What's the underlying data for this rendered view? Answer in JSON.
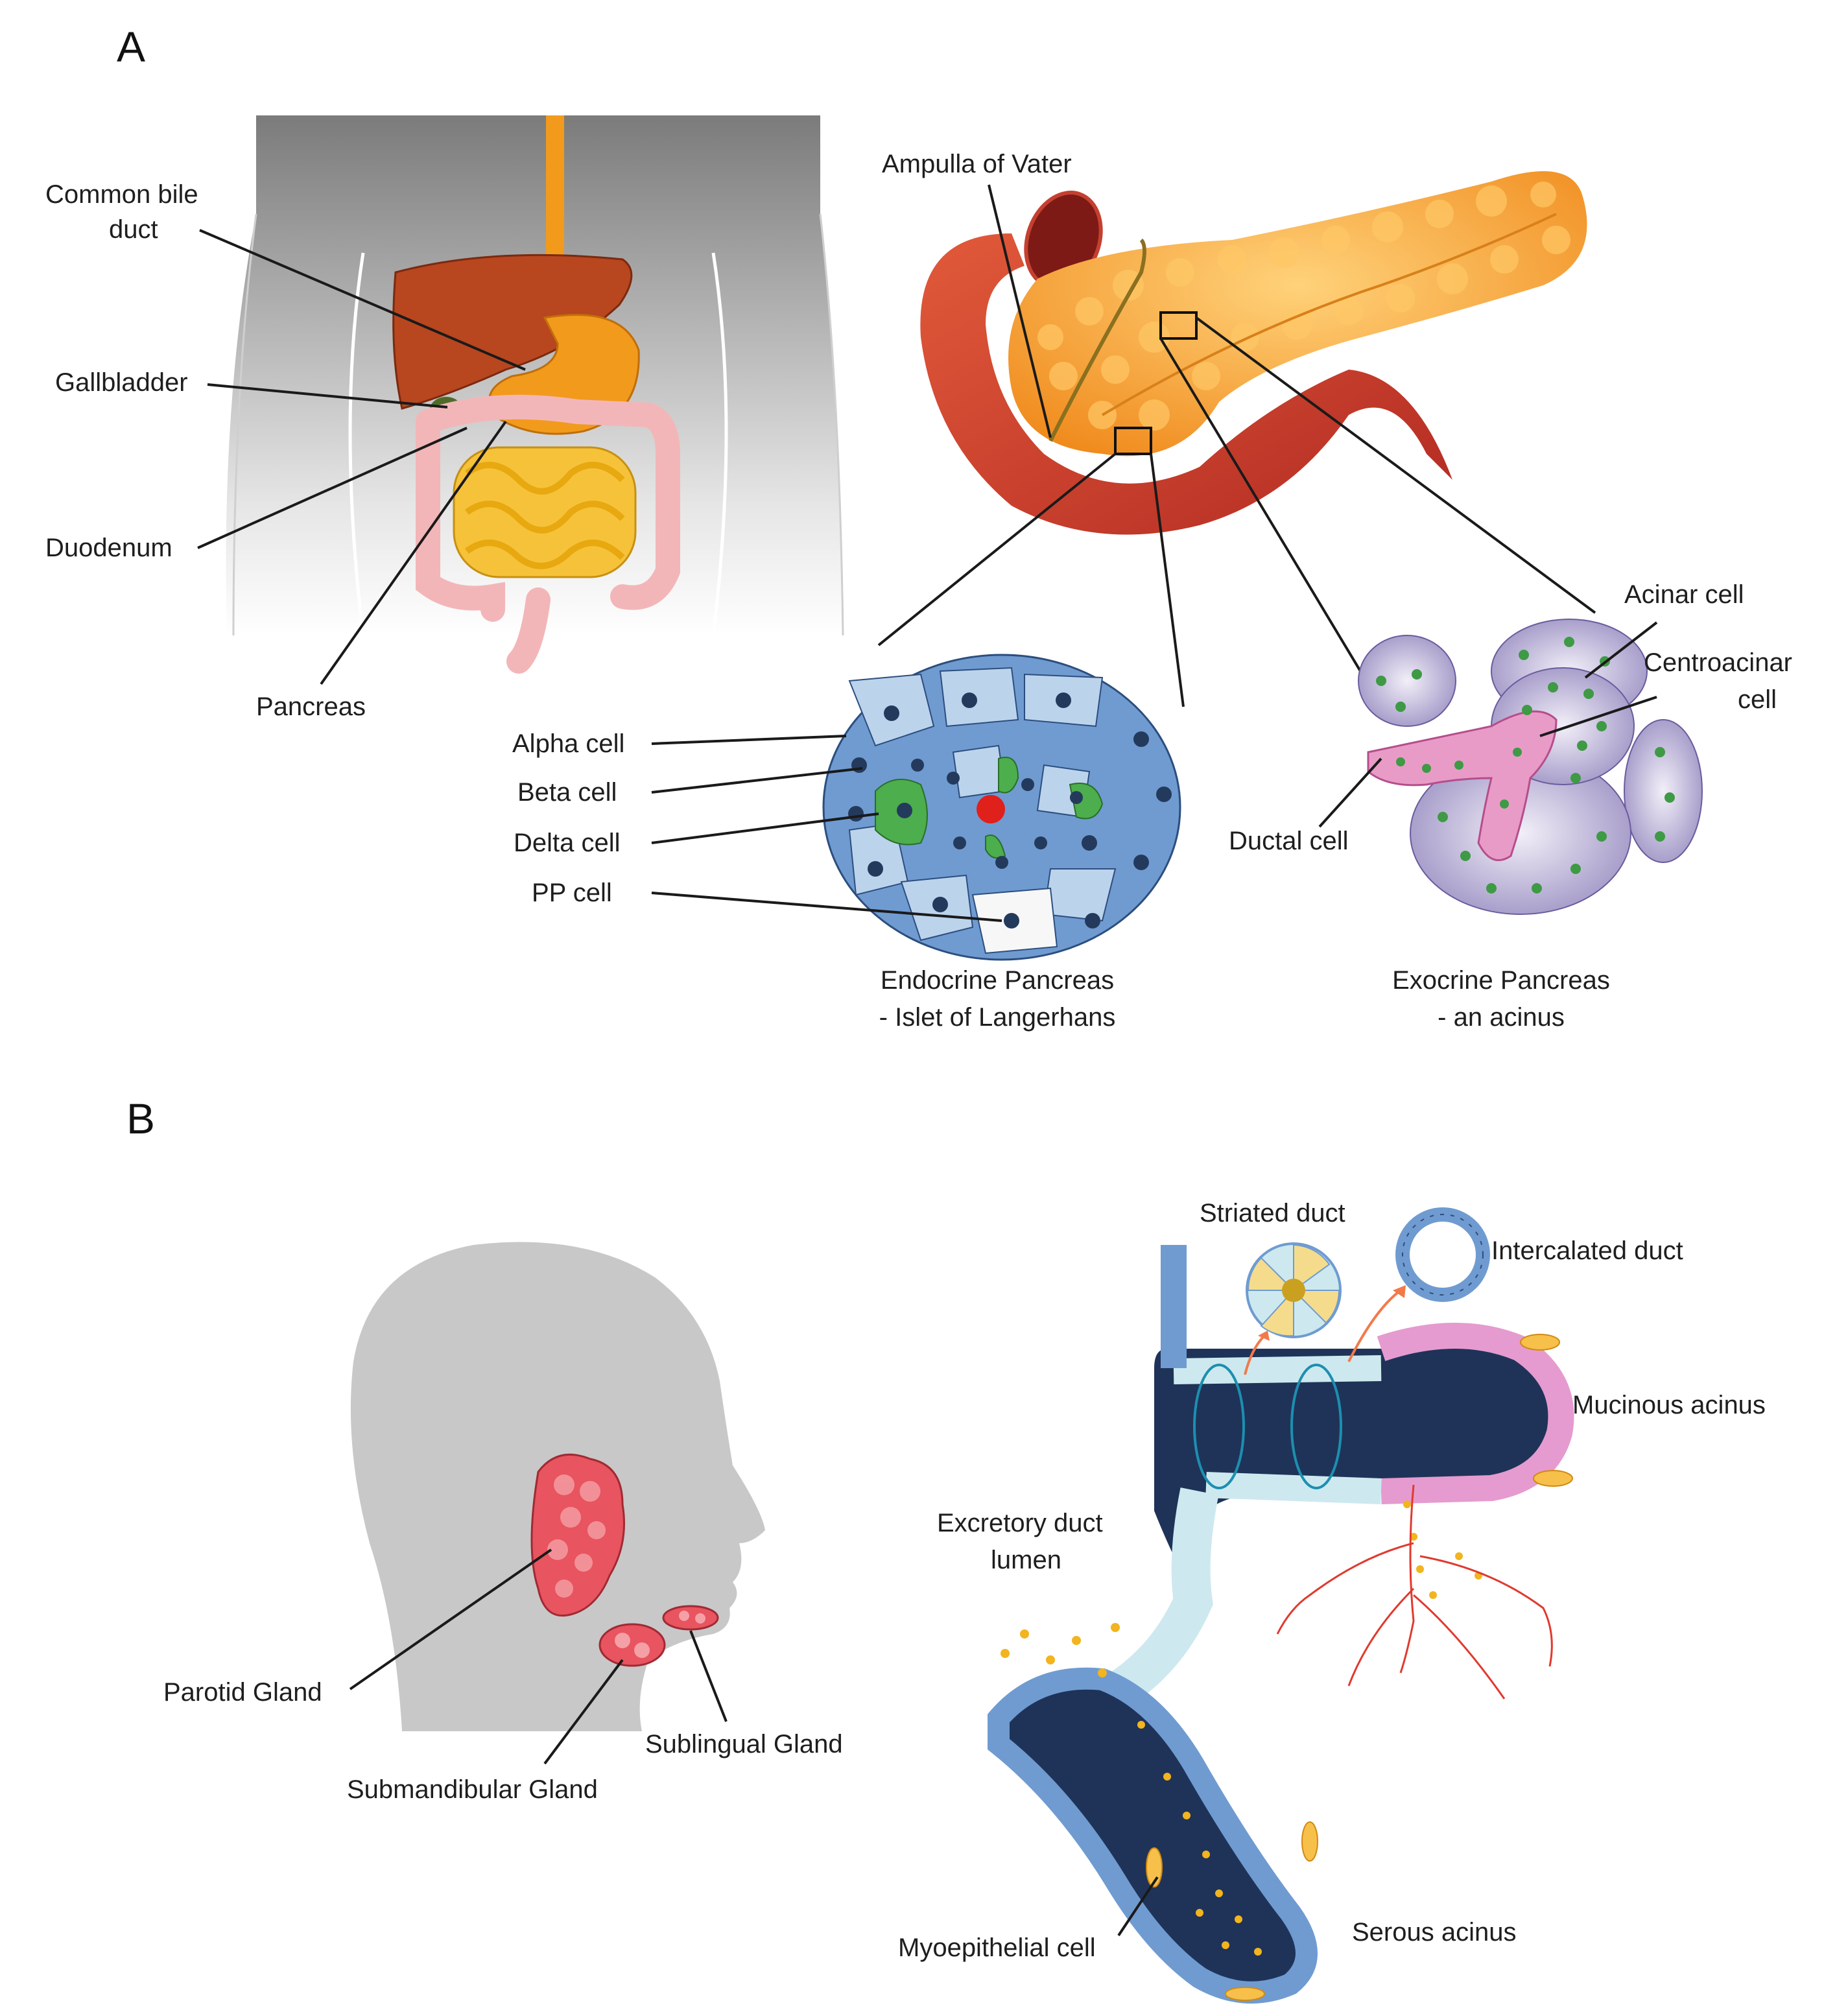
{
  "panels": {
    "a": {
      "letter": "A",
      "labels": {
        "common_bile_duct_1": "Common bile",
        "common_bile_duct_2": "duct",
        "gallbladder": "Gallbladder",
        "duodenum": "Duodenum",
        "pancreas": "Pancreas",
        "ampulla_of_vater": "Ampulla of Vater",
        "alpha_cell": "Alpha cell",
        "beta_cell": "Beta cell",
        "delta_cell": "Delta cell",
        "pp_cell": "PP cell",
        "acinar_cell": "Acinar cell",
        "centroacinar_cell_1": "Centroacinar",
        "centroacinar_cell_2": "cell",
        "ductal_cell": "Ductal cell"
      },
      "captions": {
        "endocrine_1": "Endocrine Pancreas",
        "endocrine_2": "- Islet of Langerhans",
        "exocrine_1": "Exocrine Pancreas",
        "exocrine_2": "- an acinus"
      }
    },
    "b": {
      "letter": "B",
      "labels": {
        "parotid_gland": "Parotid Gland",
        "submandibular_gland": "Submandibular Gland",
        "sublingual_gland": "Sublingual Gland",
        "striated_duct": "Striated duct",
        "intercalated_duct": "Intercalated duct",
        "mucinous_acinus": "Mucinous acinus",
        "excretory_duct_lumen_1": "Excretory duct",
        "excretory_duct_lumen_2": "lumen",
        "myoepithelial_cell": "Myoepithelial cell",
        "serous_acinus": "Serous acinus"
      }
    }
  },
  "colors": {
    "background": "#ffffff",
    "torso_gray": "#8a8a8a",
    "liver": "#b8461f",
    "stomach": "#f29a1c",
    "intestine_yellow": "#f6c23a",
    "colon_pink": "#f3b6b8",
    "pancreas_orange": "#f7962a",
    "duodenum_red": "#cf3a2a",
    "alpha_cell_blue": "#6f9bd1",
    "beta_cell_light": "#bcd3ec",
    "delta_cell_green": "#4cae4c",
    "acinus_lavender": "#c9c3de",
    "duct_pink": "#e99bc7",
    "head_gray": "#c8c8c8",
    "gland_pink": "#e8545f",
    "duct_navy": "#1f3358",
    "duct_cell_teal": "#cde9ef",
    "vessel_red": "#e03a2e",
    "granule_yellow": "#f2b41f"
  }
}
